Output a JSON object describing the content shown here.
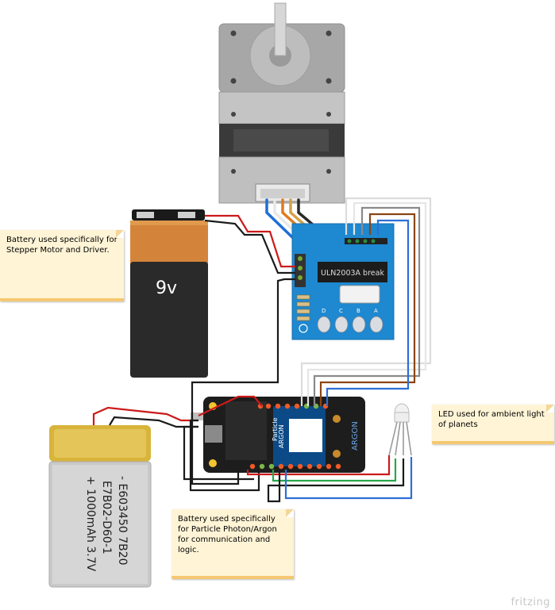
{
  "notes": {
    "stepper_battery": "Battery used specifically for Stepper Motor and Driver.",
    "led": "LED used for ambient light of planets",
    "argon_battery": "Battery used specifically for Particle Photon/Argon for communication and logic."
  },
  "battery_9v": {
    "label": "9v"
  },
  "lipo": {
    "line1": "- E603450 7B20",
    "line2": "E7B02-D60-1",
    "line3": "+ 1000mAh 3.7V"
  },
  "driver_board": {
    "chip_label": "ULN2003A break",
    "pin_labels": [
      "D",
      "C",
      "B",
      "A"
    ]
  },
  "argon_board": {
    "brand": "Particle",
    "model": "ARGON",
    "model_side": "ARGON"
  },
  "watermark": "fritzing",
  "colors": {
    "wire_red": "#cc1a1a",
    "wire_black": "#1a1a1a",
    "wire_white": "#e6e6e6",
    "wire_brown": "#8b4513",
    "wire_gray": "#8a8a8a",
    "wire_blue": "#2d6fd6",
    "wire_green": "#2aa64a",
    "wire_orange": "#e07a1e",
    "driver_blue": "#1e88d0",
    "note_background": "#fff4d6"
  }
}
